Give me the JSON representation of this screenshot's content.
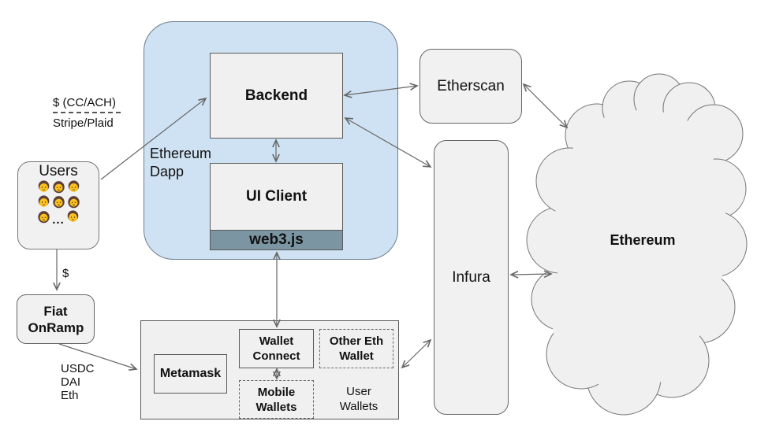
{
  "users": {
    "title": "Users",
    "ellipsis": "...",
    "grid": [
      [
        "man",
        "woman",
        "man"
      ],
      [
        "man",
        "woman",
        "woman"
      ],
      [
        "woman",
        "dots",
        "man"
      ]
    ]
  },
  "payment": {
    "top": "$ (CC/ACH)",
    "bottom": "Stripe/Plaid"
  },
  "dollar": "$",
  "tokens": [
    "USDC",
    "DAI",
    "Eth"
  ],
  "fiat": {
    "label": "Fiat OnRamp"
  },
  "dapp": {
    "label": "Ethereum Dapp",
    "backend": "Backend",
    "ui_client": "UI Client",
    "web3": "web3.js"
  },
  "etherscan": {
    "label": "Etherscan"
  },
  "infura": {
    "label": "Infura"
  },
  "cloud": {
    "label": "Ethereum"
  },
  "wallets": {
    "metamask": "Metamask",
    "wallet_connect": "Wallet Connect",
    "other_eth": "Other Eth Wallet",
    "mobile": "Mobile Wallets",
    "user_wallets": "User Wallets"
  },
  "colors": {
    "dapp_fill": "#cfe2f3",
    "web3_fill": "#7c95a3",
    "box_fill": "#f1f1f1",
    "cloud_fill": "#f0f0f0",
    "border": "#666666",
    "arrow": "#666666"
  }
}
